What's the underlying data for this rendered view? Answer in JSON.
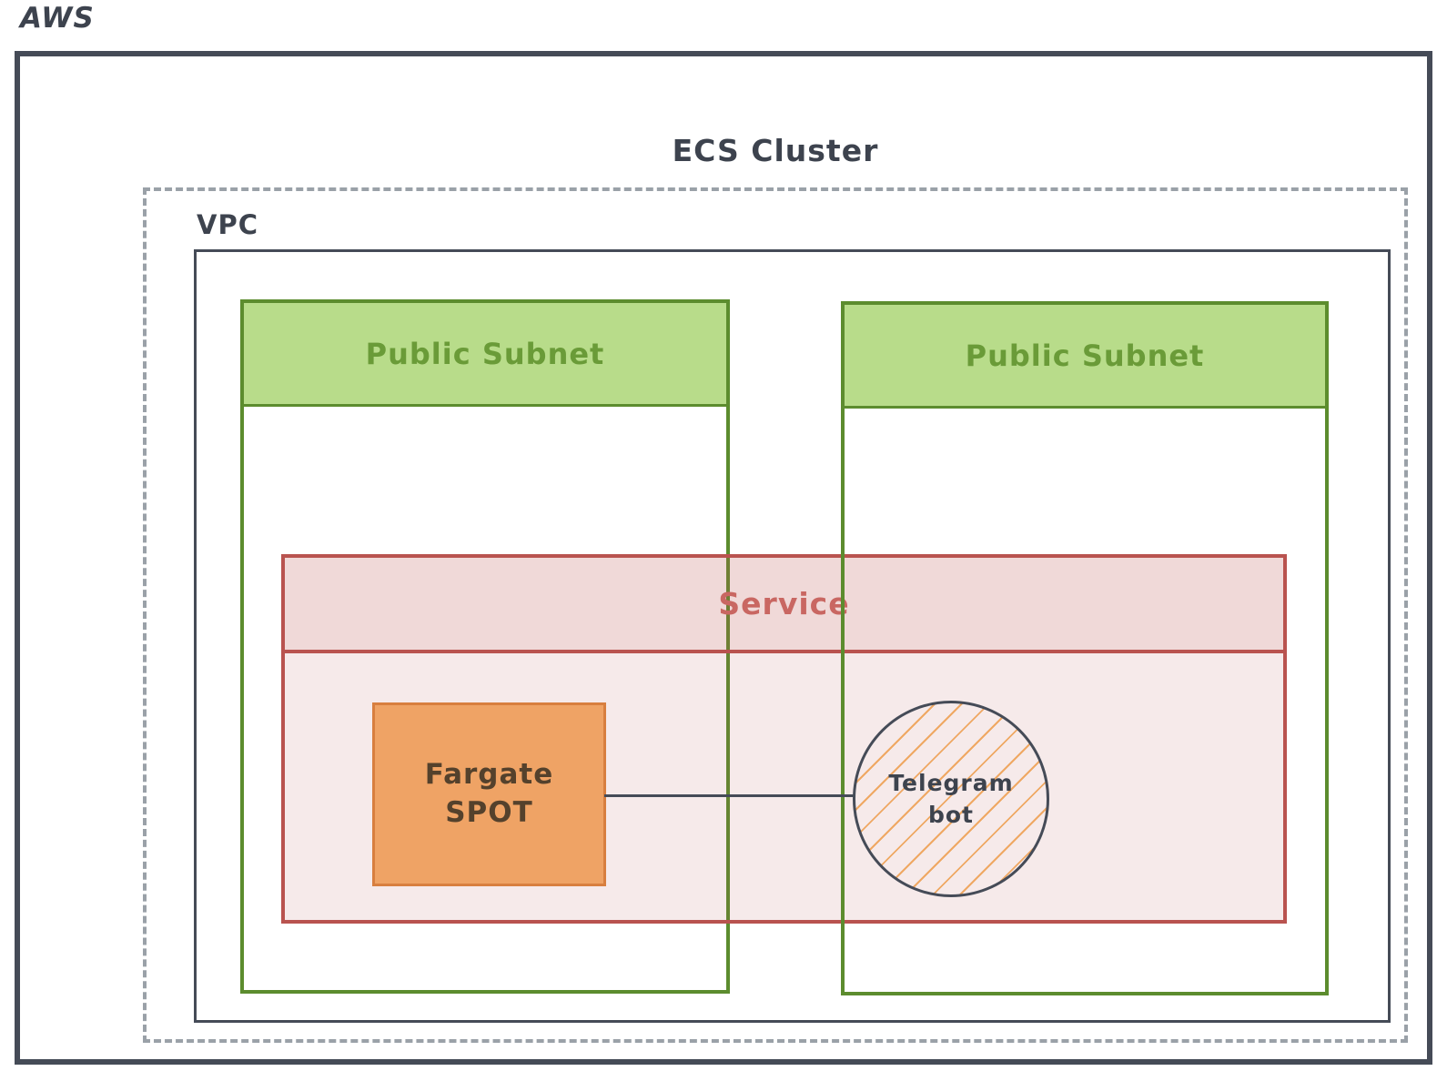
{
  "diagram": {
    "aws": {
      "label": "AWS"
    },
    "ecs_cluster": {
      "label": "ECS Cluster"
    },
    "vpc": {
      "label": "VPC"
    },
    "subnet_left": {
      "label": "Public Subnet"
    },
    "subnet_right": {
      "label": "Public Subnet"
    },
    "service": {
      "label": "Service"
    },
    "fargate": {
      "label_line1": "Fargate",
      "label_line2": "SPOT"
    },
    "telegram_bot": {
      "label_line1": "Telegram",
      "label_line2": "bot"
    }
  },
  "colors": {
    "outline_dark": "#454b57",
    "dashed_gray": "#9aa1a8",
    "label_dark": "#3d434e",
    "subnet_border_green": "#5c8c2e",
    "subnet_fill_green": "#b8dc8a",
    "subnet_text_green": "#6a9b38",
    "service_border_red": "#b9534f",
    "service_fill_header": "rgba(185,83,79,0.22)",
    "service_fill_body": "rgba(185,83,79,0.12)",
    "service_text_red": "#c96762",
    "fargate_fill_orange": "#efa365",
    "fargate_border_orange": "#d87f3f",
    "fargate_text_brown": "#54412c",
    "hatch_orange": "#efa863"
  }
}
